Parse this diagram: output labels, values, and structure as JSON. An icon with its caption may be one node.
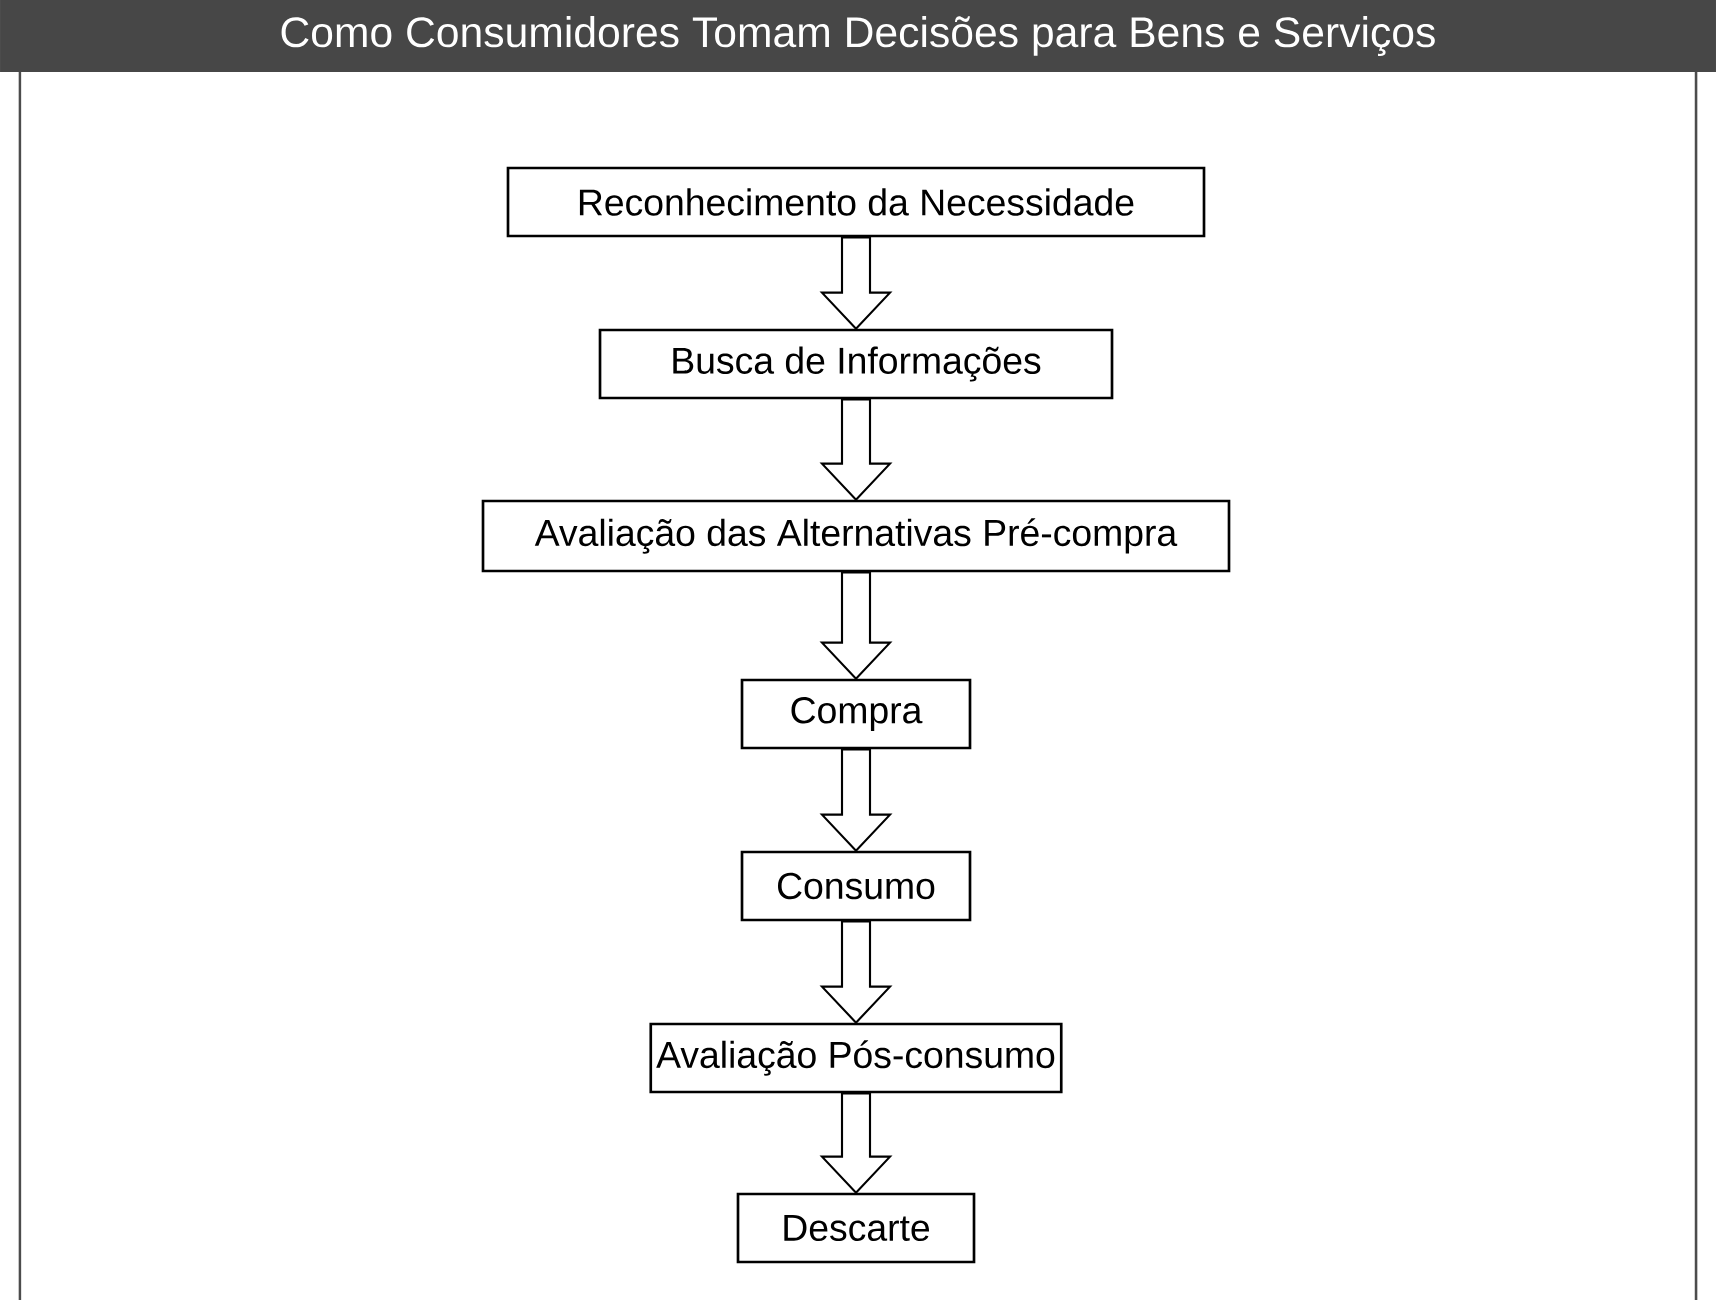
{
  "diagram": {
    "title": "Como Consumidores Tomam Decisões para Bens e Serviços",
    "nodes": [
      {
        "text": [
          "Reconhecimento da Necessidade"
        ]
      },
      {
        "text": [
          "Busca de Informações"
        ]
      },
      {
        "text": [
          "Avaliação das Alternativas Pré-compra"
        ]
      },
      {
        "text": [
          "Compra"
        ]
      },
      {
        "text": [
          "Consumo"
        ]
      },
      {
        "text": [
          "Avaliação Pós-consumo"
        ]
      },
      {
        "text": [
          "Descarte"
        ]
      }
    ],
    "edges": [
      {
        "from": 0,
        "to": 1,
        "arrow": "to"
      },
      {
        "from": 1,
        "to": 2,
        "arrow": "to"
      },
      {
        "from": 2,
        "to": 3,
        "arrow": "to"
      },
      {
        "from": 3,
        "to": 4,
        "arrow": "to"
      },
      {
        "from": 4,
        "to": 5,
        "arrow": "to"
      },
      {
        "from": 5,
        "to": 6,
        "arrow": "to"
      }
    ]
  }
}
